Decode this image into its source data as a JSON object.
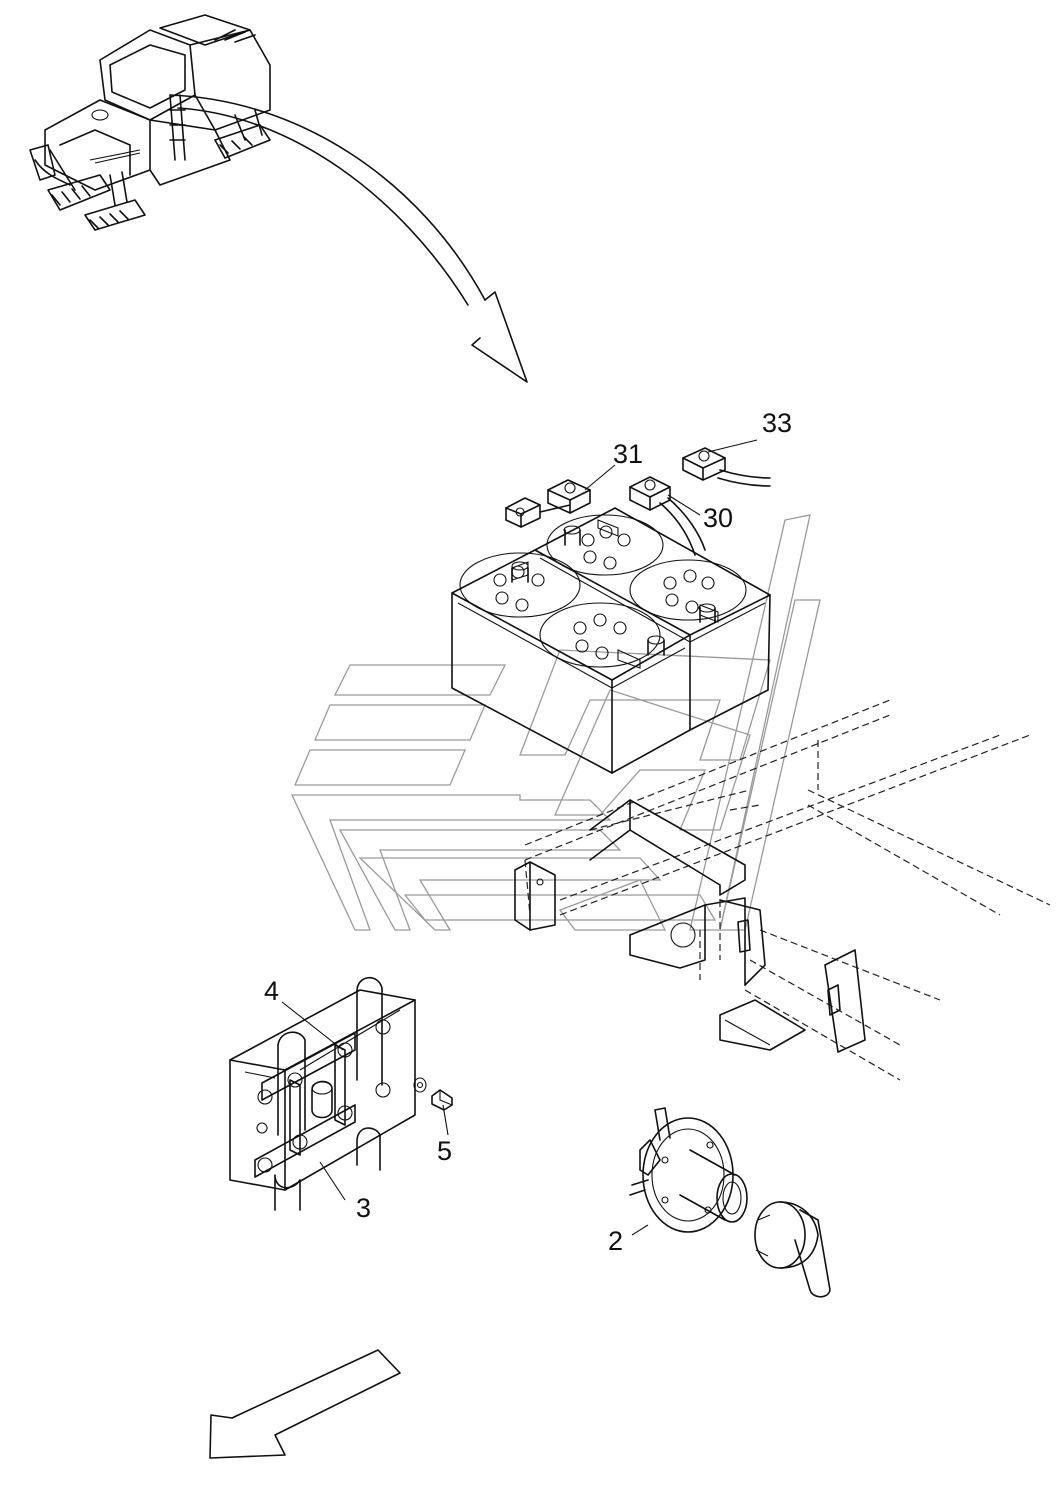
{
  "callouts": {
    "c33": "33",
    "c31": "31",
    "c30": "30",
    "c4": "4",
    "c5": "5",
    "c3": "3",
    "c2": "2"
  },
  "parts": [
    {
      "ref": "2",
      "name": "battery-isolator-switch"
    },
    {
      "ref": "3",
      "name": "mounting-plate"
    },
    {
      "ref": "4",
      "name": "clamp-bracket"
    },
    {
      "ref": "5",
      "name": "screw-and-washer"
    },
    {
      "ref": "30",
      "name": "terminal-clamp"
    },
    {
      "ref": "31",
      "name": "terminal-clamp-pair"
    },
    {
      "ref": "33",
      "name": "terminal-clamp-with-cable"
    }
  ],
  "icons": {
    "machine": "milling-machine-thumbnail",
    "curved_arrow": "curved-arrow-icon",
    "direction_arrow": "direction-arrow-icon"
  },
  "colors": {
    "line": "#111111",
    "watermark": "#9a9a9a",
    "background": "#ffffff"
  }
}
